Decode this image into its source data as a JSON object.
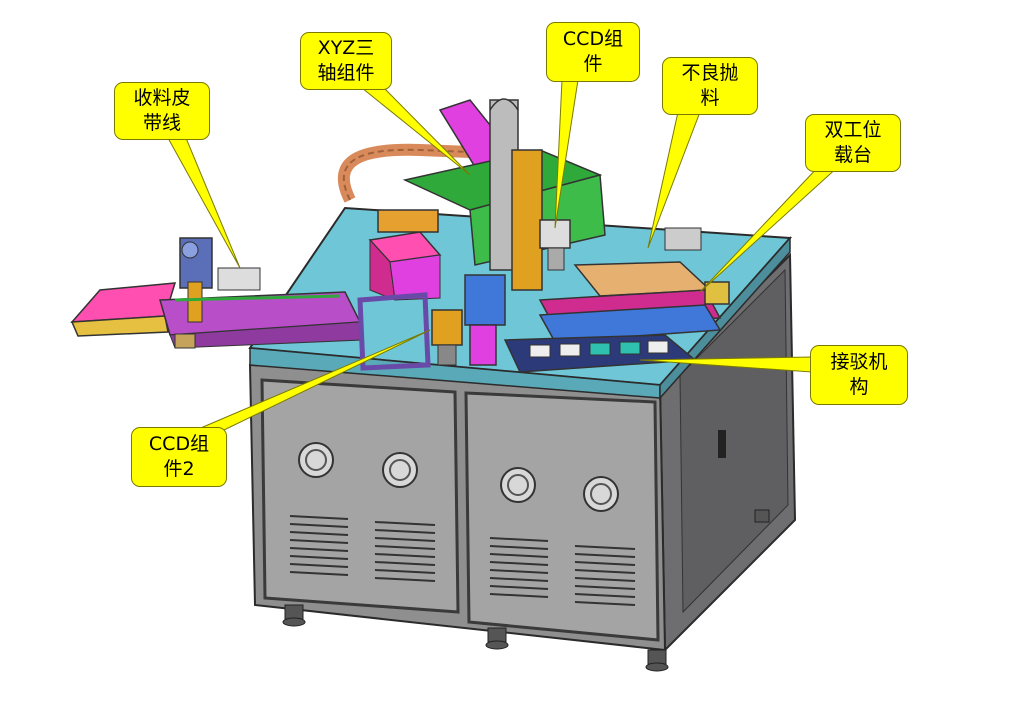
{
  "callouts": {
    "belt": [
      "收料皮",
      "带线"
    ],
    "xyz": [
      "XYZ三",
      "轴组件"
    ],
    "ccd": [
      "CCD组",
      "件"
    ],
    "reject": [
      "不良抛",
      "料"
    ],
    "dual": [
      "双工位",
      "载台"
    ],
    "transfer": [
      "接驳机",
      "构"
    ],
    "ccd2": [
      "CCD组",
      "件2"
    ]
  },
  "colors": {
    "callout_fill": "#ffff00",
    "cabinet_front": "#9c9c9c",
    "cabinet_side": "#6e6e70",
    "table_top": "#6fc6d6",
    "frame_dark": "#3a3a3a",
    "magenta": "#e040e0",
    "pink": "#ff4fb0",
    "orange_chain": "#d98a5a",
    "green": "#2faa3a",
    "blue": "#3f78d8"
  }
}
